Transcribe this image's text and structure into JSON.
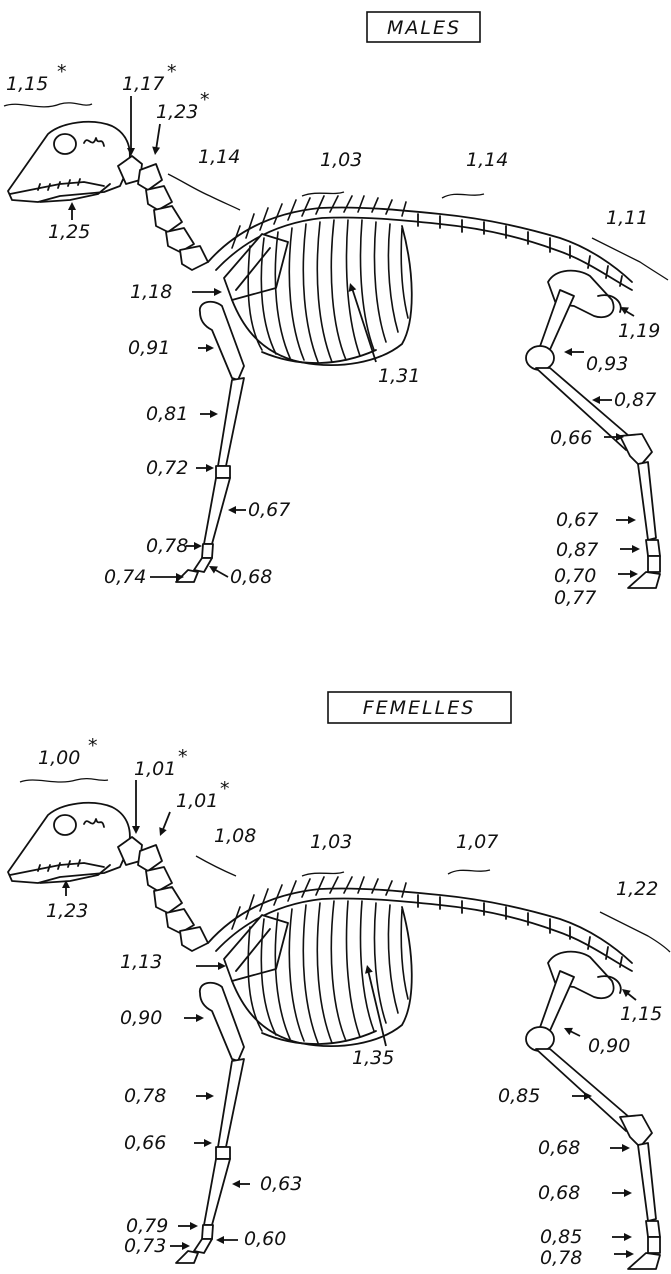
{
  "panels": [
    {
      "title": "MALES",
      "labels": {
        "skull_1": "1,15",
        "skull_1_star": "*",
        "atlas": "1,17",
        "atlas_star": "*",
        "axis": "1,23",
        "axis_star": "*",
        "jaw": "1,25",
        "neck": "1,14",
        "back": "1,03",
        "loin": "1,14",
        "tail": "1,11",
        "scapula": "1,18",
        "humerus": "0,91",
        "radius": "0,81",
        "carpus": "0,72",
        "metacarpus": "0,67",
        "fore_phalanx_1": "0,78",
        "fore_phalanx_2": "0,74",
        "fore_phalanx_3": "0,68",
        "ribs": "1,31",
        "pelvis": "1,19",
        "femur": "0,93",
        "tibia": "0,87",
        "tarsus": "0,66",
        "metatarsus": "0,67",
        "hind_phalanx_1": "0,87",
        "hind_phalanx_2": "0,70",
        "hind_phalanx_3": "0,77"
      }
    },
    {
      "title": "FEMELLES",
      "labels": {
        "skull_1": "1,00",
        "skull_1_star": "*",
        "atlas": "1,01",
        "atlas_star": "*",
        "axis": "1,01",
        "axis_star": "*",
        "jaw": "1,23",
        "neck": "1,08",
        "back": "1,03",
        "loin": "1,07",
        "tail": "1,22",
        "scapula": "1,13",
        "humerus": "0,90",
        "radius": "0,78",
        "carpus": "0,66",
        "metacarpus": "0,63",
        "fore_phalanx_1": "0,79",
        "fore_phalanx_2": "0,73",
        "fore_phalanx_3": "0,60",
        "ribs": "1,35",
        "pelvis": "1,15",
        "femur": "0,90",
        "tibia": "0,85",
        "tarsus": "0,68",
        "metatarsus": "0,68",
        "hind_phalanx_1": "0,85",
        "hind_phalanx_2": "0,78",
        "hind_phalanx_3": ""
      }
    }
  ]
}
